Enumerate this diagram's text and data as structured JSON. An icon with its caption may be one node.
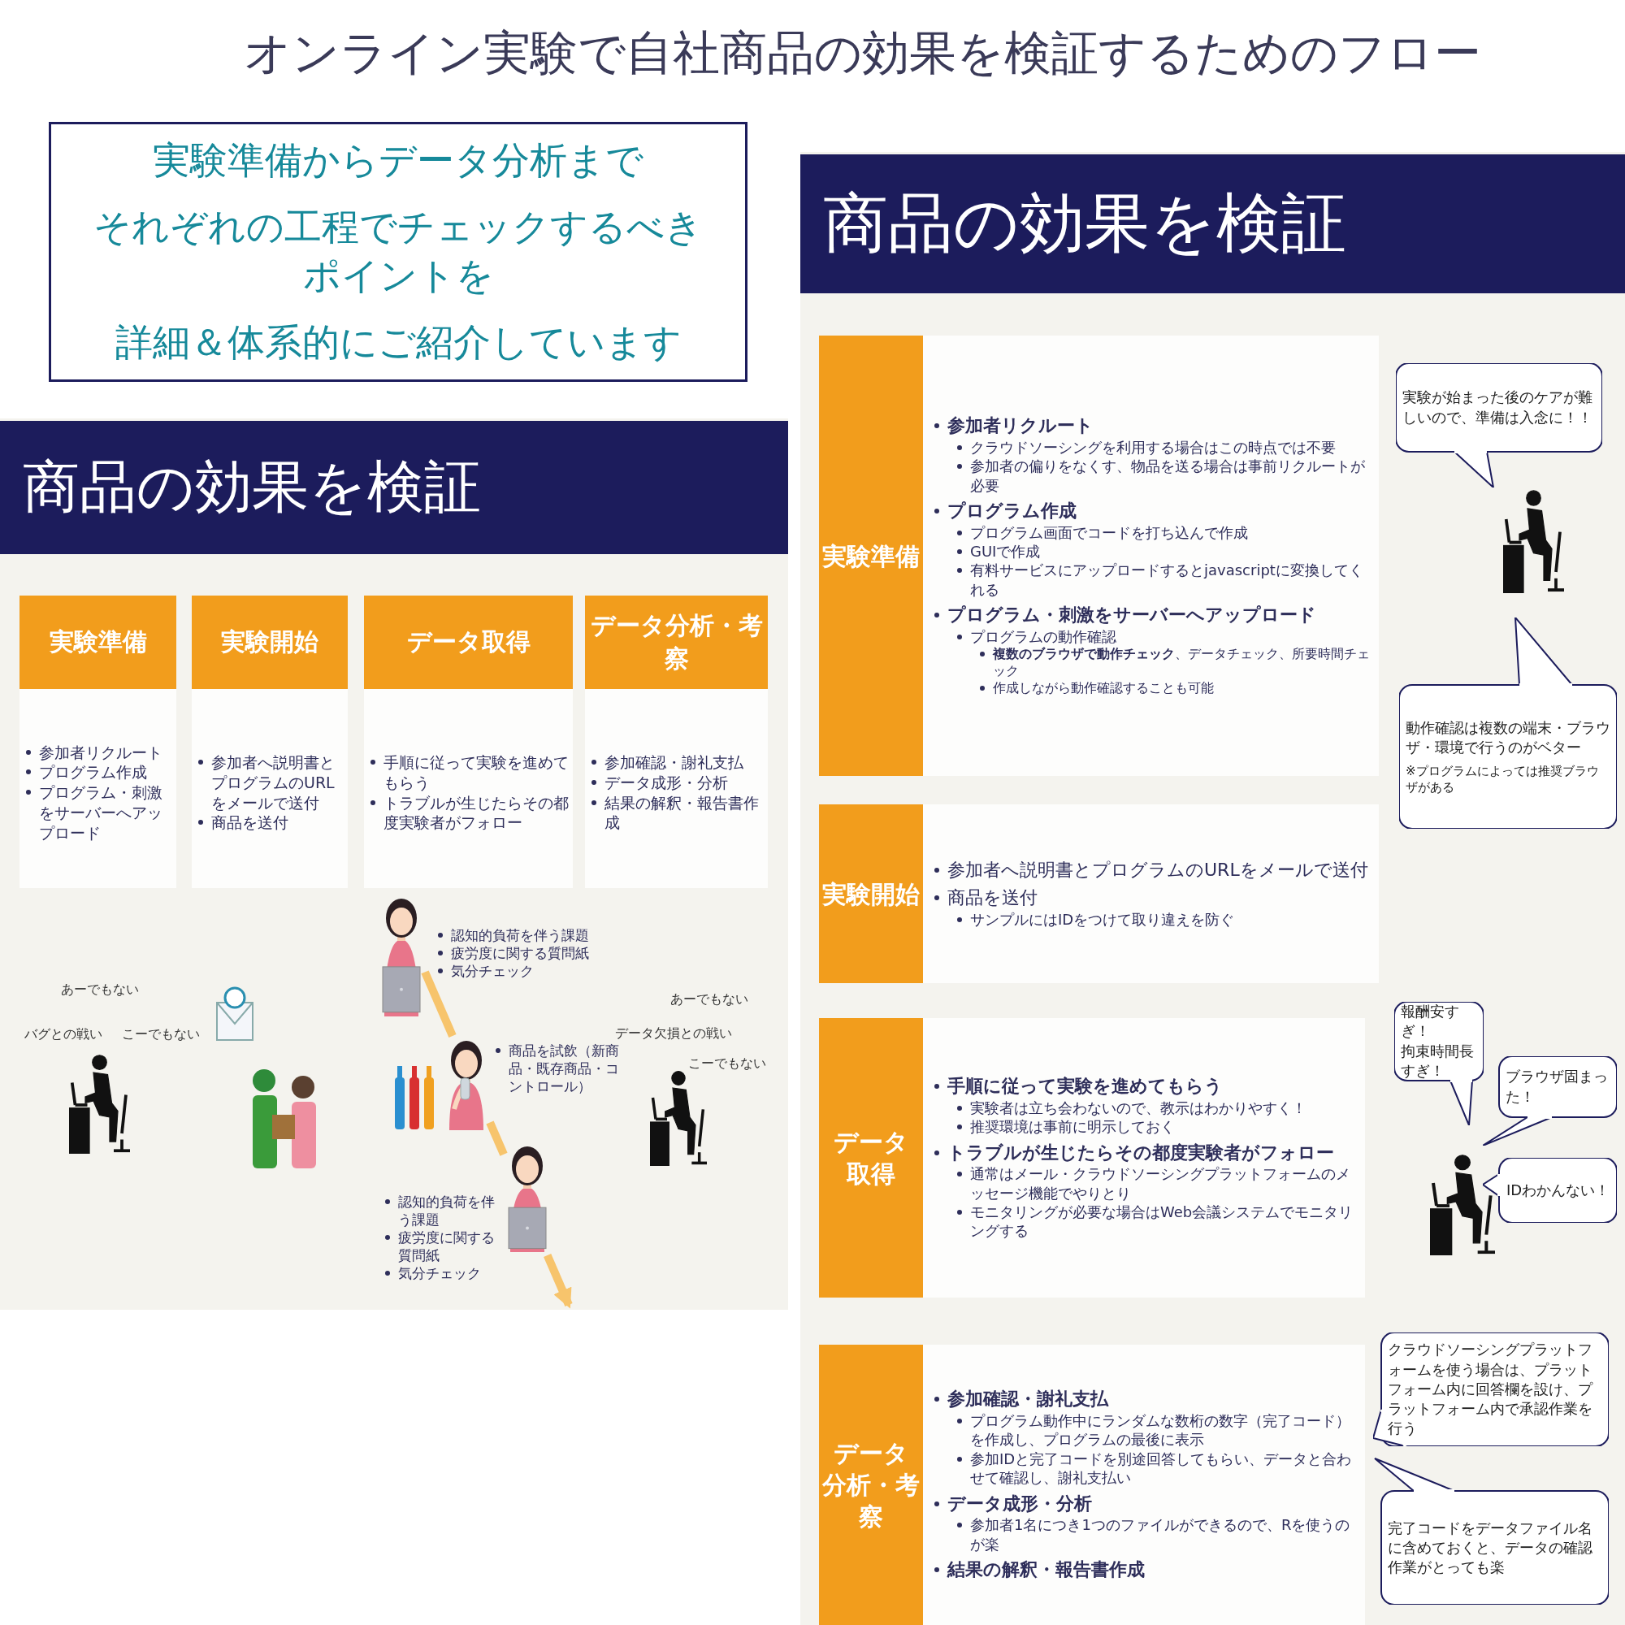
{
  "diagram": {
    "title": "オンライン実験で自社商品の効果を検証するためのフロー",
    "nodes": [
      {
        "text": [
          "商品の効果を検証"
        ]
      },
      {
        "text": [
          "実験準備",
          "参加者リクルート",
          "プログラム作成",
          "プログラム・刺激をサーバーへアップロード"
        ],
        "in": 0
      },
      {
        "text": [
          "実験開始",
          "参加者へ説明書とプログラムのURLをメールで送付",
          "商品を送付"
        ],
        "in": 0
      },
      {
        "text": [
          "データ取得",
          "手順に従って実験を進めてもらう",
          "トラブルが生じたらその都度実験者がフォロー"
        ],
        "in": 0
      },
      {
        "text": [
          "データ分析・考察",
          "参加確認・謝礼支払",
          "データ成形・分析",
          "結果の解釈・報告書作成"
        ],
        "in": 0
      },
      {
        "text": [],
        "shape": "picture",
        "in": 0,
        "beside": [
          "認知的負荷を伴う課題",
          "疲労度に関する質問紙",
          "気分チェック"
        ]
      },
      {
        "text": [],
        "shape": "picture",
        "in": 0,
        "beside": [
          "商品を試飲（新商品・既存商品・コントロール）"
        ]
      },
      {
        "text": [],
        "shape": "picture",
        "in": 0,
        "beside": [
          "認知的負荷を伴う課題",
          "疲労度に関する質問紙",
          "気分チェック"
        ]
      },
      {
        "text": [
          "商品の効果を検証"
        ]
      },
      {
        "text": [
          "実験準備",
          "参加者リクルート",
          "クラウドソーシングを利用する場合はこの時点では不要",
          "参加者の偏りをなくす、物品を送る場合は事前リクルートが必要",
          "プログラム作成",
          "プログラム画面でコードを打ち込んで作成",
          "GUIで作成",
          "有料サービスにアップロードするとjavascriptに変換してくれる",
          "プログラム・刺激をサーバーへアップロード",
          "プログラムの動作確認",
          "**複数のブラウザで動作チェック**、データチェック、所要時間チェック",
          "作成しながら動作確認することも可能"
        ],
        "in": 8
      },
      {
        "text": [
          "実験開始",
          "参加者へ説明書とプログラムのURLをメールで送付",
          "商品を送付",
          "サンプルにはIDをつけて取り違えを防ぐ"
        ],
        "in": 8
      },
      {
        "text": [
          "データ取得",
          "手順に従って実験を進めてもらう",
          "実験者は立ち会わないので、教示はわかりやすく！",
          "推奨環境は事前に明示しておく",
          "トラブルが生じたらその都度実験者がフォロー",
          "通常はメール・クラウドソーシングプラットフォームのメッセージ機能でやりとり",
          "モニタリングが必要な場合はWeb会議システムでモニタリングする"
        ],
        "in": 8
      },
      {
        "text": [
          "データ分析・考察",
          "参加確認・謝礼支払",
          "プログラム動作中にランダムな数桁の数字（完了コード）を作成し、プログラムの最後に表示",
          "参加IDと完了コードを別途回答してもらい、データと合わせて確認し、謝礼支払い",
          "データ成形・分析",
          "参加者1名につき1つのファイルができるので、Rを使うのが楽",
          "結果の解釈・報告書作成"
        ],
        "in": 8
      },
      {
        "text": [
          "実験準備からデータ分析まで",
          "それぞれの工程でチェックするべきポイントを",
          "詳細＆体系的にご紹介しています"
        ]
      },
      {
        "text": [
          "実験が始まった後のケアが難しいので、準備は入念に！！"
        ],
        "in": 8
      },
      {
        "text": [
          "動作確認は複数の端末・ブラウザ・環境で行うのがベター",
          "※プログラムによっては推奨ブラウザがある"
        ],
        "in": 8
      },
      {
        "text": [
          "報酬安すぎ！",
          "拘束時間長すぎ！"
        ],
        "in": 8
      },
      {
        "text": [
          "ブラウザ固まった！"
        ],
        "in": 8
      },
      {
        "text": [
          "IDわかんない！"
        ],
        "in": 8
      },
      {
        "text": [
          "クラウドソーシングプラットフォームを使う場合は、プラットフォーム内に回答欄を設け、プラットフォーム内で承認作業を行う"
        ],
        "in": 8
      },
      {
        "text": [
          "完了コードをデータファイル名に含めておくと、データの確認作業がとっても楽"
        ],
        "in": 8
      }
    ],
    "edges": [
      {
        "from": 5,
        "to": 6,
        "arrow": "none"
      },
      {
        "from": 6,
        "to": 7,
        "arrow": "none"
      },
      {
        "from": 7,
        "to": null,
        "arrow": "to"
      }
    ],
    "labels": [
      "あーでもない",
      "バグとの戦い",
      "こーでもない",
      "あーでもない",
      "データ欠損との戦い",
      "こーでもない"
    ]
  }
}
